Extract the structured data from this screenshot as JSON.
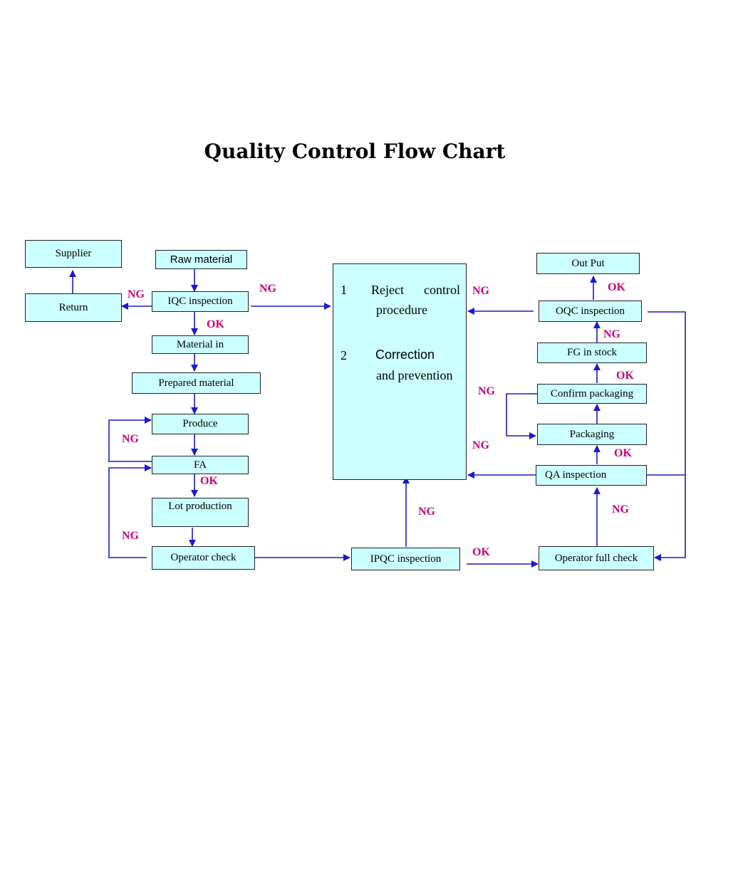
{
  "title": "Quality Control Flow Chart",
  "boxes": {
    "supplier": "Supplier",
    "return": "Return",
    "raw_material": "Raw material",
    "iqc_inspection": "IQC inspection",
    "material_in": "Material in",
    "prepared_material": "Prepared material",
    "produce": "Produce",
    "fa": "FA",
    "lot_production": "Lot production",
    "operator_check": "Operator check",
    "ipqc_inspection": "IPQC inspection",
    "operator_full_check": "Operator full check",
    "qa_inspection": "QA inspection",
    "packaging": "Packaging",
    "confirm_packaging": "Confirm packaging",
    "fg_in_stock": "FG in stock",
    "oqc_inspection": "OQC inspection",
    "out_put": "Out Put"
  },
  "center": {
    "item1_num": "1",
    "item1_a": "Reject",
    "item1_b": "control",
    "item1_c": "procedure",
    "item2_num": "2",
    "item2_a": "Correction",
    "item2_b": "and prevention"
  },
  "labels": {
    "ng": "NG",
    "ok": "OK"
  },
  "colors": {
    "box_fill": "#ccffff",
    "arrow": "#1a1acc",
    "label": "#cc0077"
  }
}
